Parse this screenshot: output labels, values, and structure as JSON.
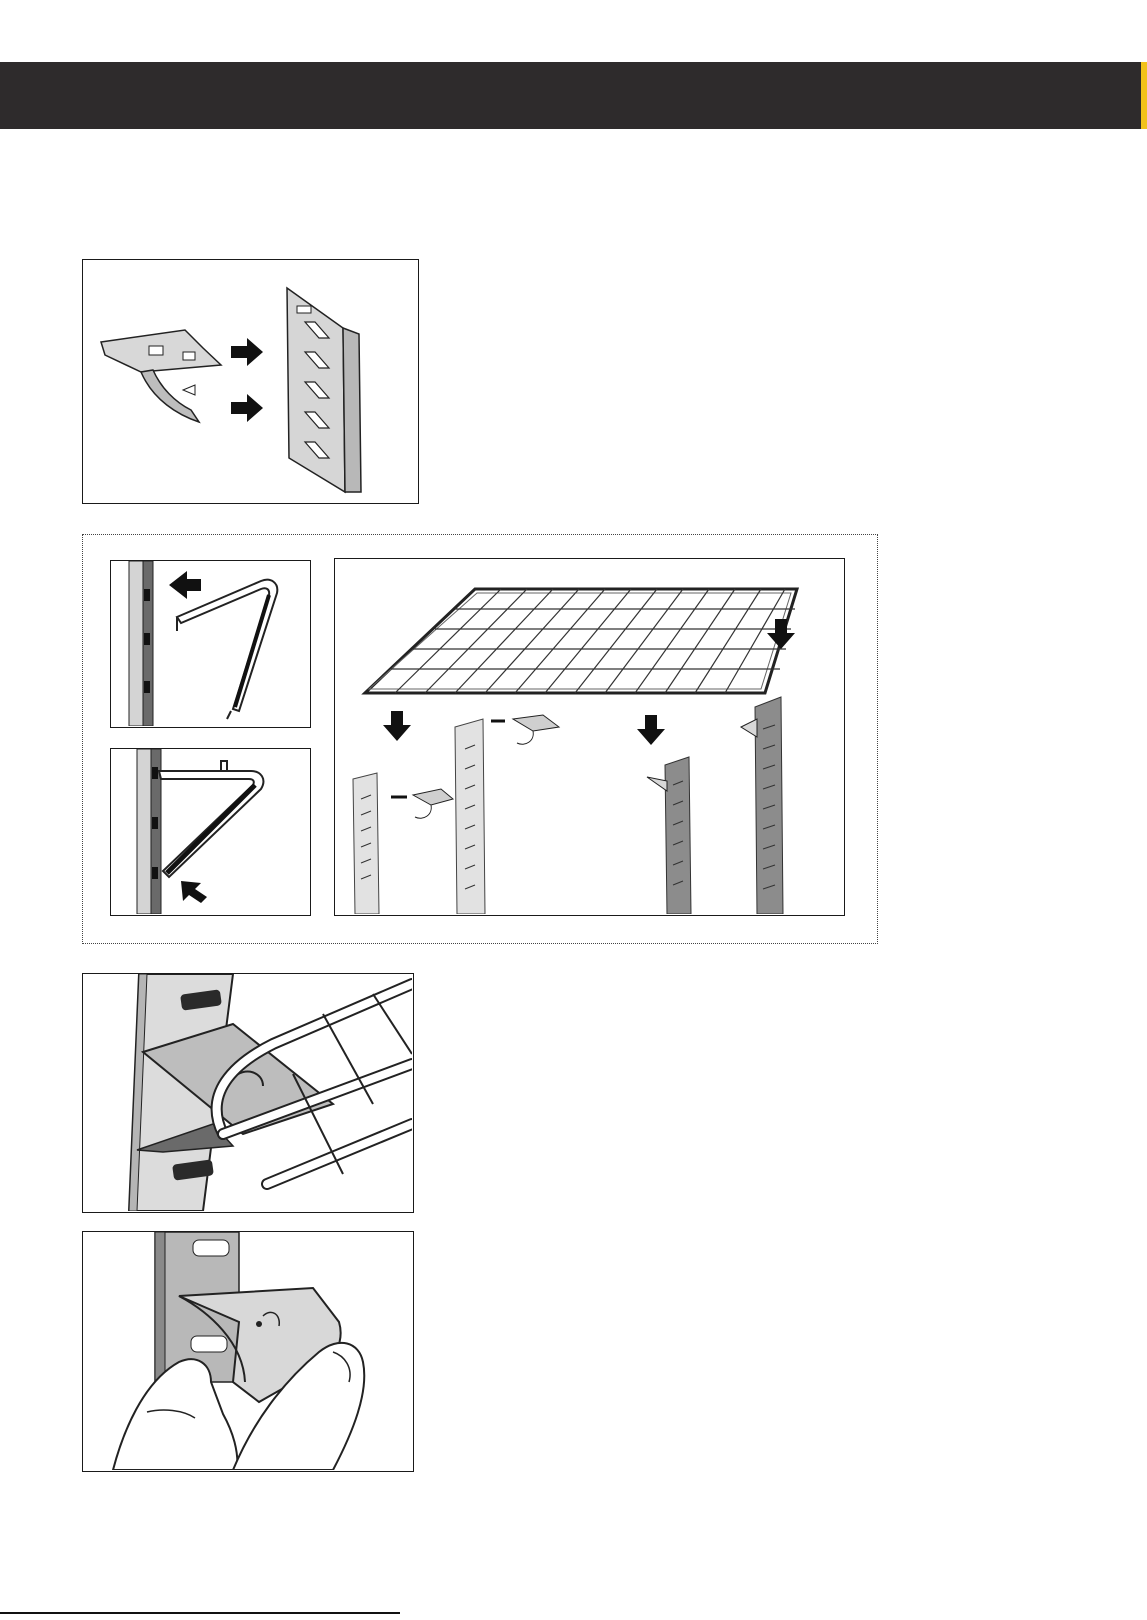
{
  "header": {
    "title": ""
  },
  "colors": {
    "header_bg": "#2e2b2c",
    "accent": "#f2c21a",
    "line": "#1a1a1a",
    "metal": "#cfcfcf"
  },
  "figures": [
    {
      "id": "fig-clip-into-rail",
      "icons": [
        "clip-icon",
        "arrow-right-icon",
        "rail-icon"
      ]
    },
    {
      "id": "fig-bracket-remove",
      "icons": [
        "rail-icon",
        "arrow-left-icon",
        "bracket-icon"
      ]
    },
    {
      "id": "fig-bracket-insert",
      "icons": [
        "rail-icon",
        "arrow-left-icon",
        "bracket-icon"
      ]
    },
    {
      "id": "fig-shelf-assembly",
      "icons": [
        "wire-shelf-icon",
        "arrow-down-icon",
        "rail-icon",
        "clip-icon"
      ]
    },
    {
      "id": "fig-closeup-clip-shelf",
      "icons": [
        "rail-icon",
        "clip-icon",
        "wire-shelf-icon"
      ]
    },
    {
      "id": "fig-closeup-hand-clip",
      "icons": [
        "rail-icon",
        "clip-icon",
        "hand-icon"
      ]
    }
  ],
  "footer": {
    "text": ""
  }
}
